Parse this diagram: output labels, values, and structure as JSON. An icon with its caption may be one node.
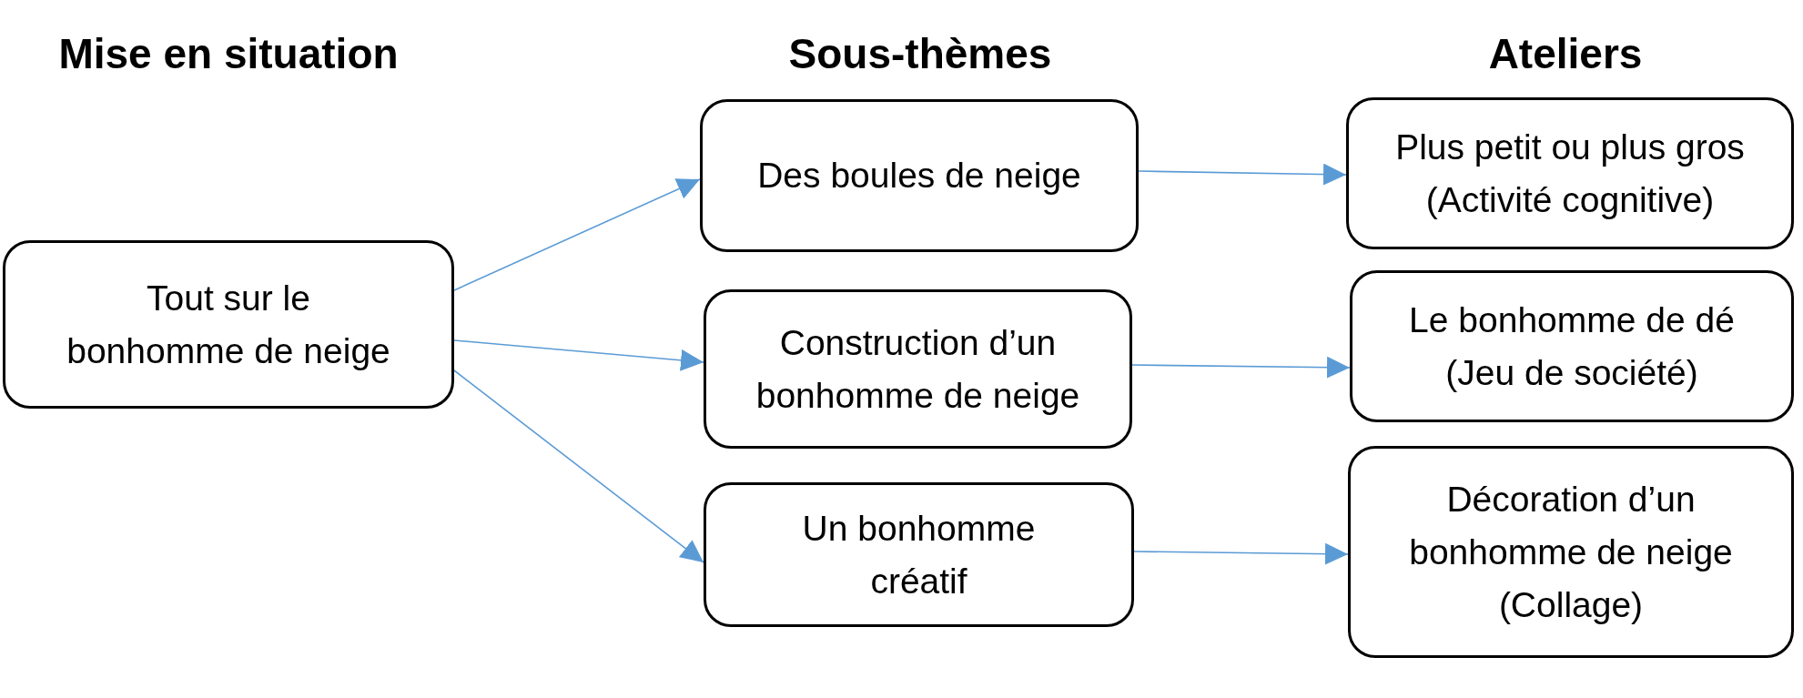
{
  "diagram": {
    "nodes": [
      {
        "text": [
          "Tout sur le bonhomme de neige"
        ]
      },
      {
        "text": [
          "Des boules de neige"
        ]
      },
      {
        "text": [
          "Construction d’un bonhomme de neige"
        ]
      },
      {
        "text": [
          "Un bonhomme créatif"
        ]
      },
      {
        "text": [
          "Plus petit ou plus gros",
          "(Activité cognitive)"
        ]
      },
      {
        "text": [
          "Le bonhomme de dé",
          "(Jeu de société)"
        ]
      },
      {
        "text": [
          "Décoration d’un bonhomme de neige",
          "(Collage)"
        ]
      }
    ],
    "edges": [
      {
        "from": 0,
        "to": 1,
        "arrow": "to"
      },
      {
        "from": 0,
        "to": 2,
        "arrow": "to"
      },
      {
        "from": 0,
        "to": 3,
        "arrow": "to"
      },
      {
        "from": 1,
        "to": 4,
        "arrow": "to"
      },
      {
        "from": 2,
        "to": 5,
        "arrow": "to"
      },
      {
        "from": 3,
        "to": 6,
        "arrow": "to"
      }
    ],
    "labels": [
      "Mise en situation",
      "Sous-thèmes",
      "Ateliers"
    ]
  }
}
